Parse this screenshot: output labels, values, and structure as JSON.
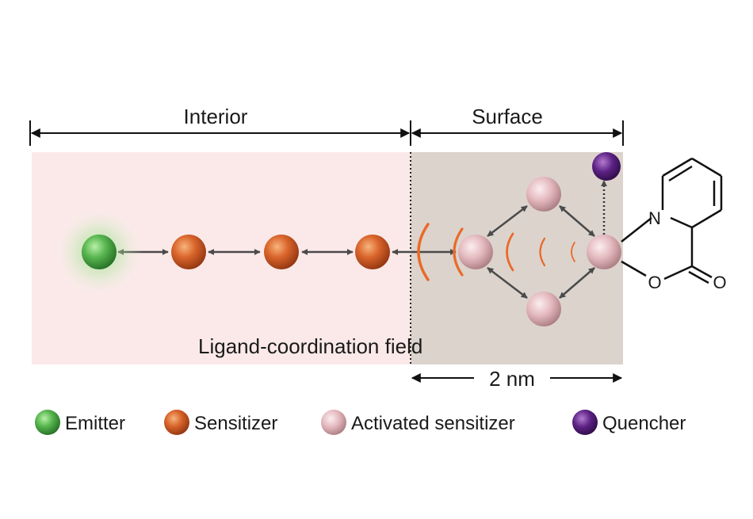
{
  "labels": {
    "interior": "Interior",
    "surface": "Surface",
    "field": "Ligand-coordination field",
    "scale": "2 nm"
  },
  "ligand_atoms": {
    "nitrogen": "N",
    "oxygen_single": "O",
    "oxygen_double": "O"
  },
  "legend": [
    {
      "label": "Emitter",
      "color": "#4cae4c"
    },
    {
      "label": "Sensitizer",
      "color": "#d0602a"
    },
    {
      "label": "Activated sensitizer",
      "color": "#e2b3b9"
    },
    {
      "label": "Quencher",
      "color": "#5a2080"
    }
  ],
  "colors": {
    "interior_bg": "#fbe9e9",
    "surface_bg": "#dcd3cd",
    "emitter": "#4cae4c",
    "sensitizer": "#d0602a",
    "activated": "#e2b3b9",
    "quencher": "#5a2080",
    "wave": "#ea6a28",
    "arrow": "#4a4a4a"
  }
}
